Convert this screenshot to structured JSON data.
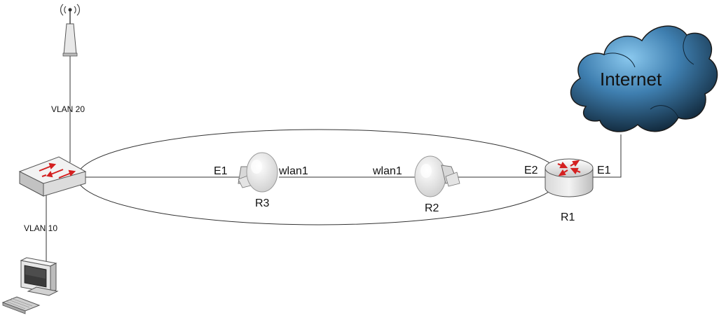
{
  "vlans": {
    "vlan20": "VLAN 20",
    "vlan10": "VLAN 10"
  },
  "nodes": {
    "r1": {
      "name": "R1",
      "port_left": "E2",
      "port_right": "E1"
    },
    "r2": {
      "name": "R2",
      "port": "wlan1"
    },
    "r3": {
      "name": "R3",
      "port_left": "E1",
      "port_right": "wlan1"
    },
    "cloud": {
      "label": "Internet"
    }
  },
  "colors": {
    "cloud_light": "#8ac8ee",
    "cloud_dark": "#0f2435",
    "router_arrows": "#d42020"
  },
  "icons": [
    "antenna-icon",
    "switch-icon",
    "router-icon",
    "wireless-bridge-icon",
    "computer-icon",
    "cloud-icon"
  ]
}
